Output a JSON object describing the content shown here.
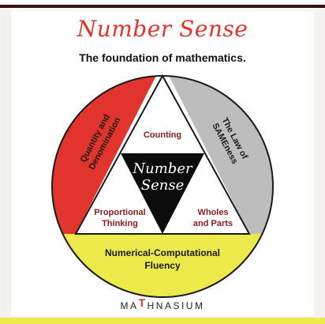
{
  "title": "Number Sense",
  "subtitle": "The foundation of mathematics.",
  "center": {
    "line1": "Number",
    "line2": "Sense"
  },
  "inner": {
    "counting": "Counting",
    "proportional": {
      "line1": "Proportional",
      "line2": "Thinking"
    },
    "wholes": {
      "line1": "Wholes",
      "line2": "and Parts"
    }
  },
  "outer": {
    "left": {
      "line1": "Quantity and",
      "line2": "Denomination"
    },
    "right": {
      "line1": "The Law of",
      "line2": "SAMEness"
    },
    "bottom": {
      "line1": "Numerical-Computational",
      "line2": "Fluency"
    }
  },
  "logo": {
    "left": "MA",
    "mark": "T",
    "right": "HNASIUM"
  },
  "colors": {
    "red": "#e0342c",
    "gray": "#bdbdbd",
    "yellow": "#ece94a",
    "dark_red": "#8a1c1c",
    "black": "#0c0c0c"
  }
}
